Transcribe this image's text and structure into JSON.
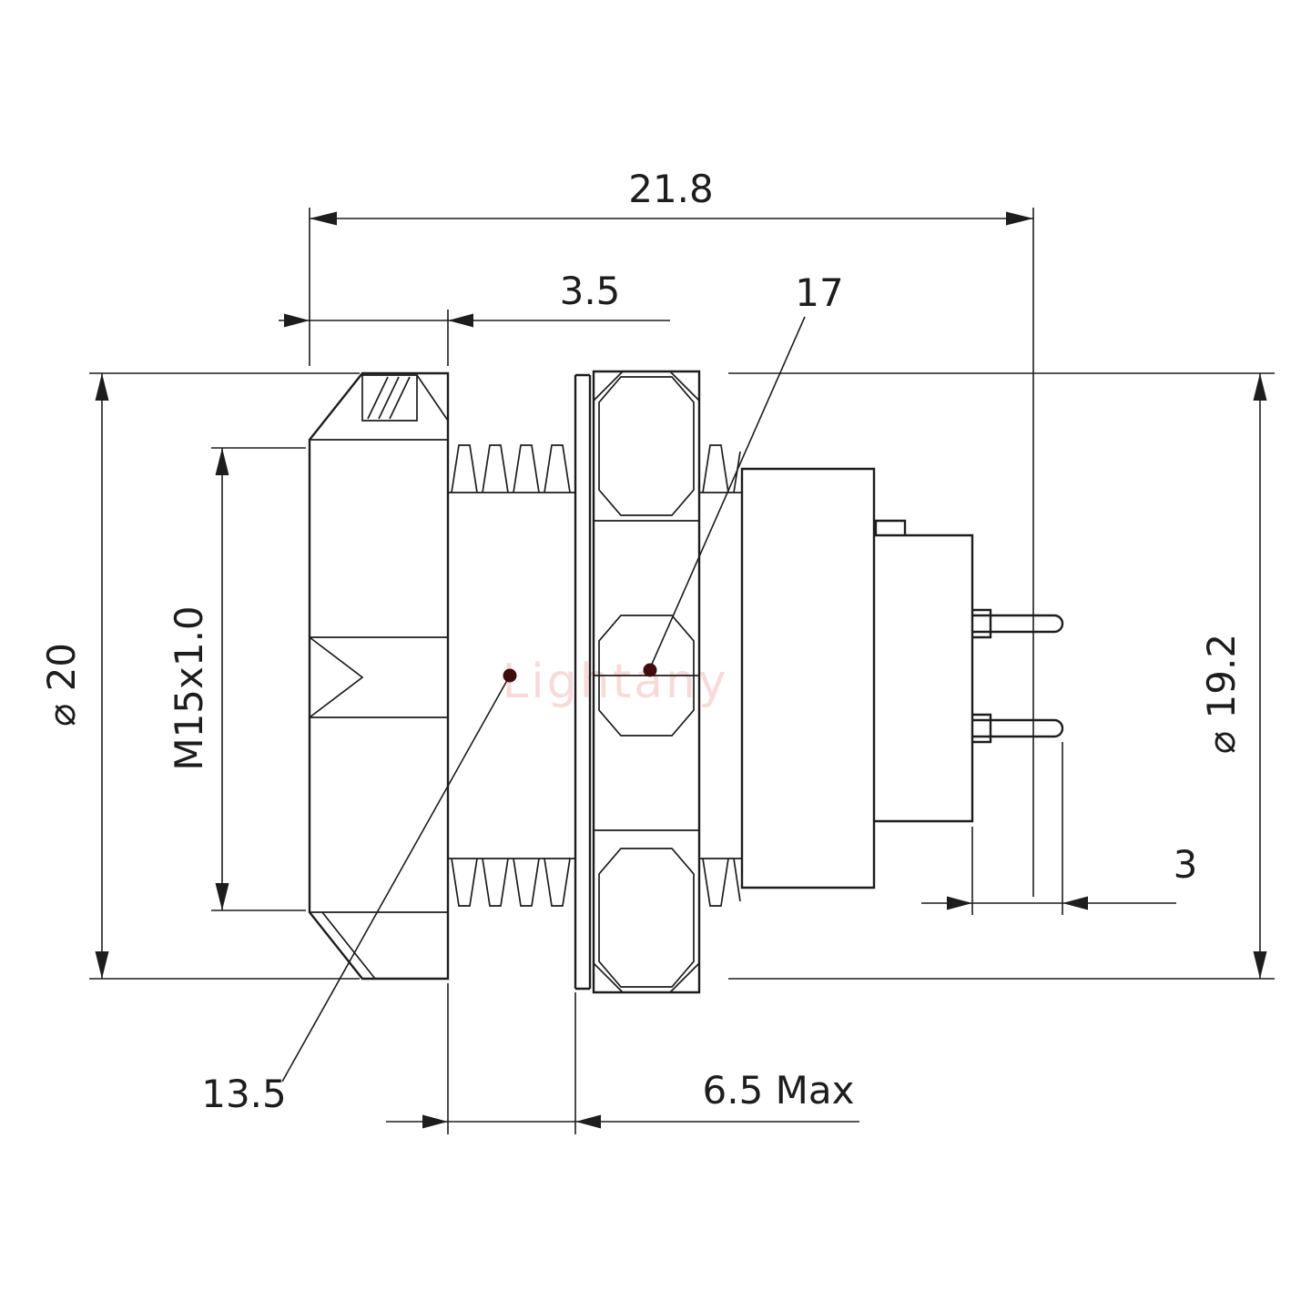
{
  "watermark": "Lightany",
  "colors": {
    "line": "#1d1d1d",
    "leader_dot": "#3f0d0d",
    "watermark": "#f3bcbc"
  },
  "dimensions": {
    "total_length": "21.8",
    "flange_thickness": "3.5",
    "hex_across_flats": "17",
    "thread_spec": "M15x1.0",
    "front_diameter": "⌀ 20",
    "rear_diameter": "⌀ 19.2",
    "pin_length": "3",
    "thread_length": "13.5",
    "panel_thickness_max": "6.5 Max"
  }
}
